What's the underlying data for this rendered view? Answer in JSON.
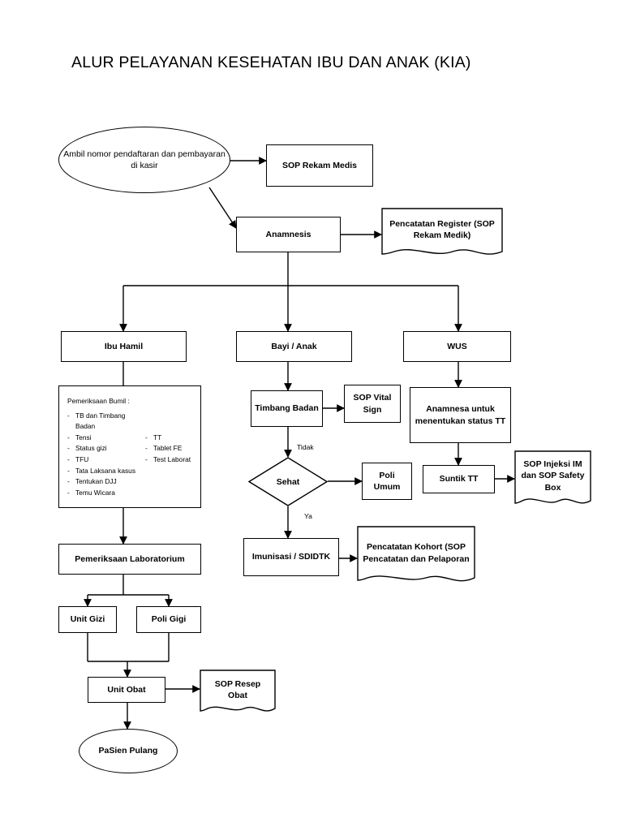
{
  "title": "ALUR PELAYANAN KESEHATAN IBU DAN ANAK (KIA)",
  "nodes": {
    "start": "Ambil nomor pendaftaran dan pembayaran di kasir",
    "sop_rekam_medis": "SOP Rekam Medis",
    "anamnesis": "Anamnesis",
    "pencatatan_register": "Pencatatan Register (SOP Rekam Medik)",
    "ibu_hamil": "Ibu Hamil",
    "bayi_anak": "Bayi / Anak",
    "wus": "WUS",
    "timbang_badan": "Timbang Badan",
    "sop_vital_sign": "SOP Vital Sign",
    "anamnesa_tt": "Anamnesa untuk menentukan status TT",
    "sehat": "Sehat",
    "poli_umum": "Poli Umum",
    "suntik_tt": "Suntik TT",
    "sop_injeksi": "SOP Injeksi IM dan SOP Safety Box",
    "imunisasi": "Imunisasi / SDIDTK",
    "pencatatan_kohort": "Pencatatan Kohort (SOP Pencatatan dan Pelaporan",
    "pemeriksaan_lab": "Pemeriksaan Laboratorium",
    "unit_gizi": "Unit Gizi",
    "poli_gigi": "Poli Gigi",
    "unit_obat": "Unit Obat",
    "sop_resep_obat": "SOP Resep Obat",
    "pasien_pulang": "PaSien Pulang"
  },
  "bumil_box": {
    "title": "Pemeriksaan Bumil :",
    "items": [
      [
        "TB dan Timbang Badan",
        ""
      ],
      [
        "Tensi",
        "TT"
      ],
      [
        "Status gizi",
        "Tablet FE"
      ],
      [
        "TFU",
        "Test Laborat"
      ],
      [
        "Tata Laksana kasus",
        ""
      ],
      [
        "Tentukan DJJ",
        ""
      ],
      [
        "Temu Wicara",
        ""
      ]
    ]
  },
  "edge_labels": {
    "tidak": "Tidak",
    "ya": "Ya"
  }
}
